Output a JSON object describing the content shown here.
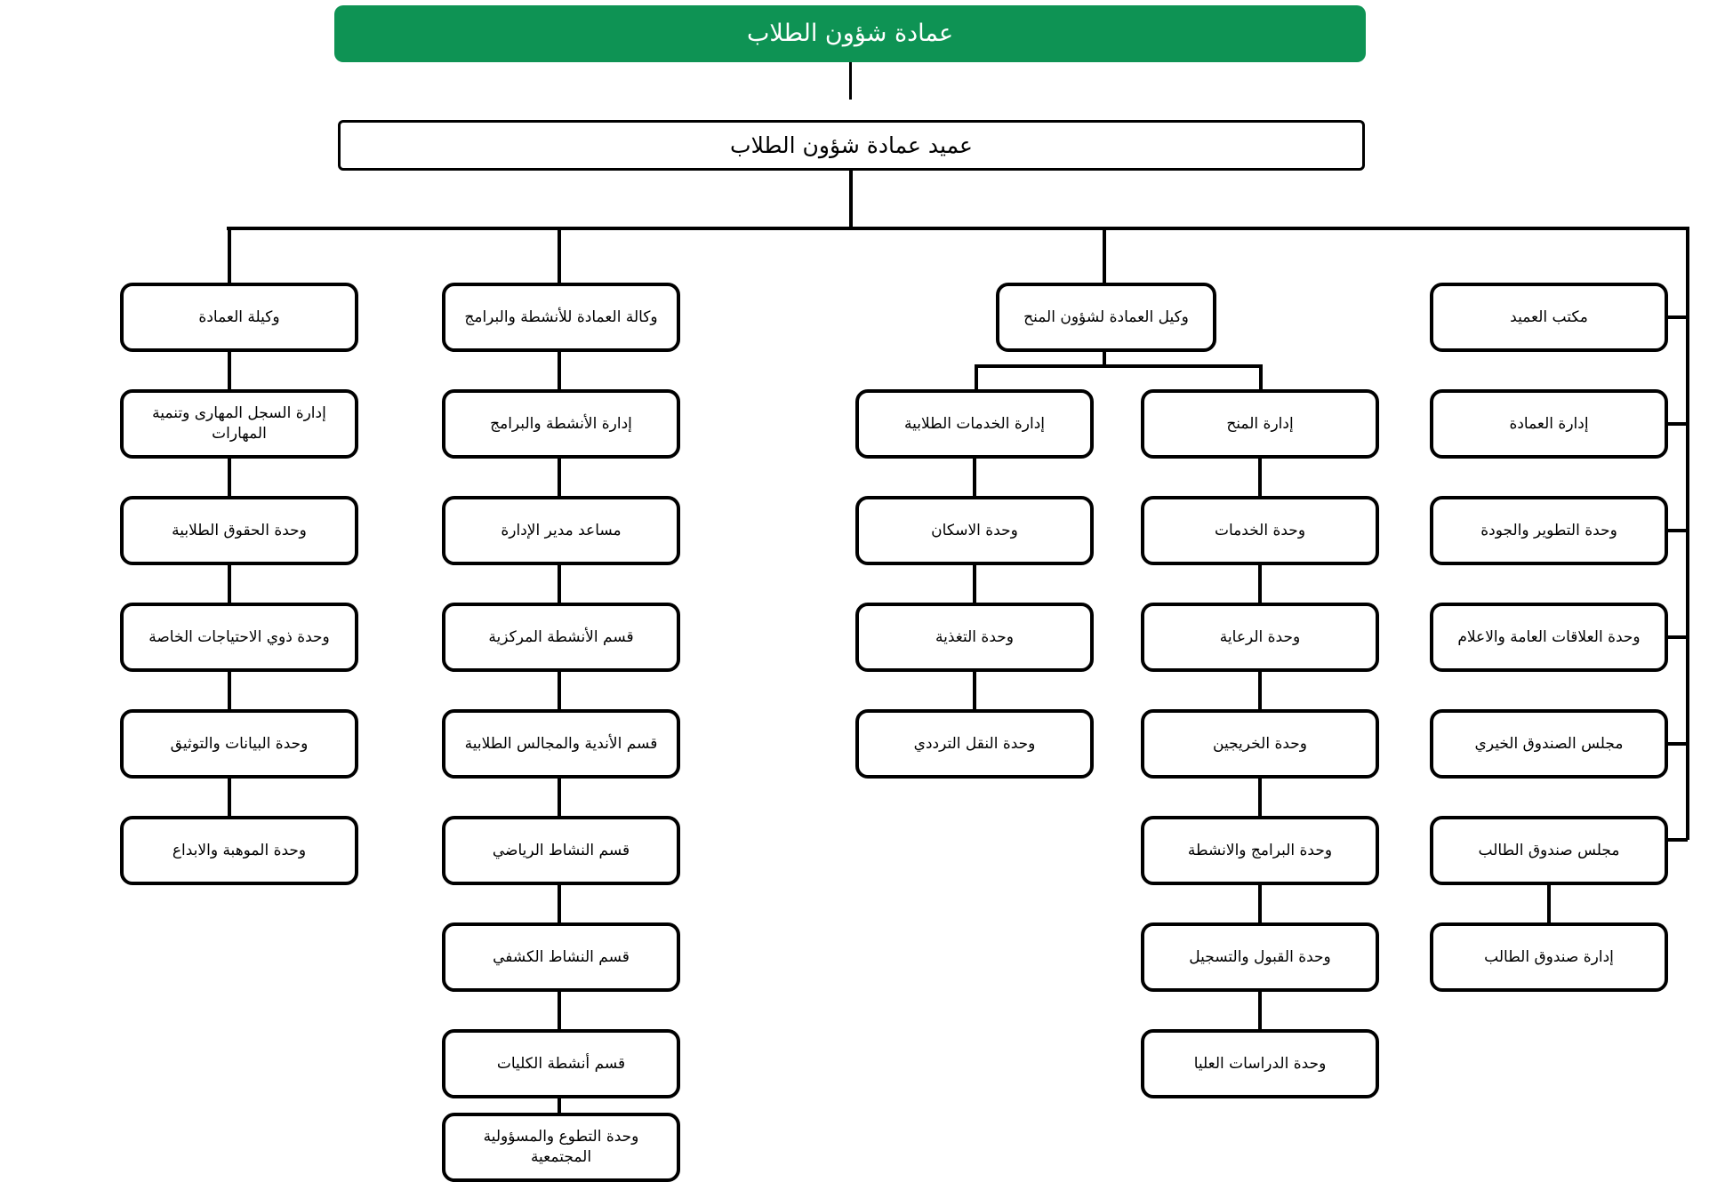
{
  "title": "عمادة شؤون الطلاب",
  "colors": {
    "header_green": "#0e9354",
    "box_border": "#000000",
    "box_fill": "#ffffff",
    "connector": "#000000",
    "page_background": "#ffffff"
  },
  "root": {
    "label": "عمادة شؤون الطلاب"
  },
  "dean": {
    "label": "عميد عمادة شؤون الطلاب"
  },
  "branches": [
    {
      "id": "vice-deanship",
      "head": "وكيلة العمادة",
      "children": [
        "إدارة السجل المهارى وتنمية المهارات",
        "وحدة الحقوق الطلابية",
        "وحدة ذوي الاحتياجات الخاصة",
        "وحدة البيانات والتوثيق",
        "وحدة الموهبة والابداع"
      ]
    },
    {
      "id": "activities-programs",
      "head": "وكالة العمادة للأنشطة والبرامج",
      "children": [
        "إدارة الأنشطة والبرامج",
        "مساعد مدير الإدارة",
        "قسم الأنشطة المركزية",
        "قسم الأندية والمجالس الطلابية",
        "قسم النشاط الرياضي",
        "قسم النشاط الكشفي",
        "قسم أنشطة الكليات",
        "وحدة التطوع والمسؤولية المجتمعية"
      ]
    },
    {
      "id": "grants-affairs",
      "head": "وكيل العمادة لشؤون المنح",
      "subcolumns": [
        {
          "id": "student-services",
          "head": "إدارة الخدمات الطلابية",
          "children": [
            "وحدة الاسكان",
            "وحدة التغذية",
            "وحدة النقل الترددي"
          ]
        },
        {
          "id": "grants-admin",
          "head": "إدارة المنح",
          "children": [
            "وحدة الخدمات",
            "وحدة الرعاية",
            "وحدة الخريجين",
            "وحدة البرامج والانشطة",
            "وحدة القبول والتسجيل",
            "وحدة الدراسات العليا"
          ]
        }
      ]
    },
    {
      "id": "dean-office",
      "head": "مكتب العميد",
      "children": [
        "إدارة العمادة",
        "وحدة التطوير والجودة",
        "وحدة العلاقات العامة والاعلام",
        "مجلس الصندوق الخيري",
        "مجلس صندوق الطالب",
        "إدارة صندوق الطالب"
      ]
    }
  ]
}
